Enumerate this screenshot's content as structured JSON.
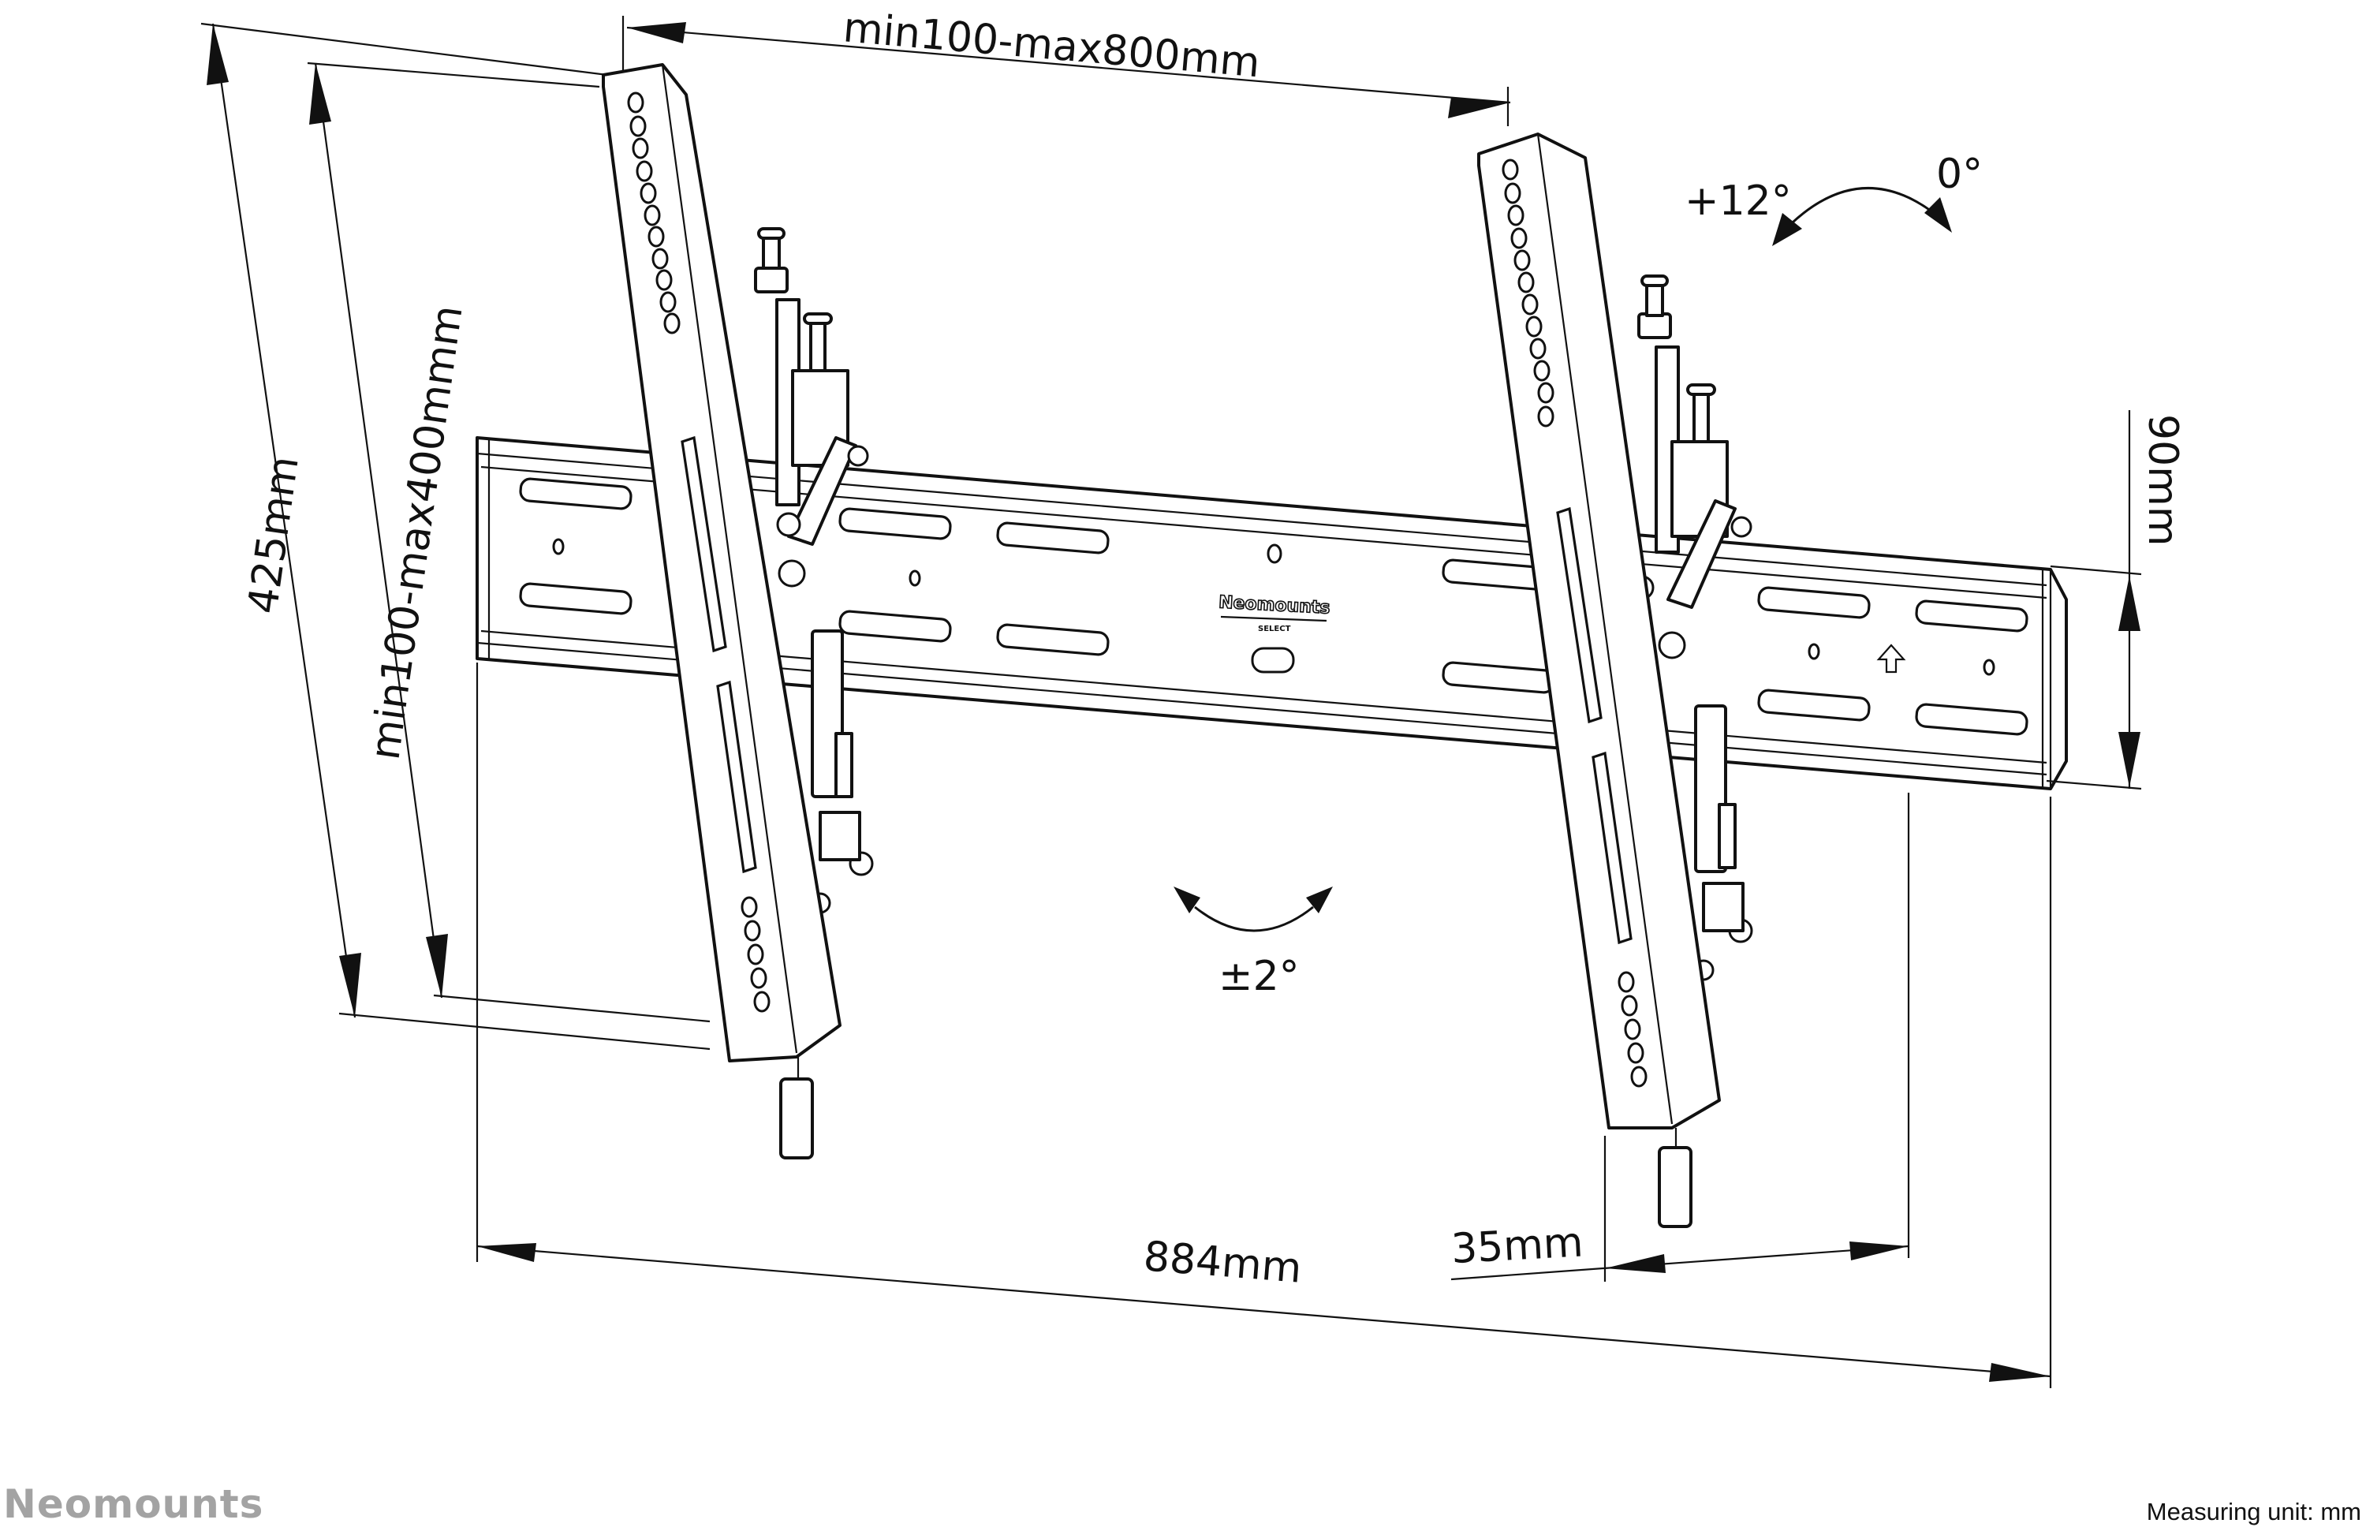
{
  "diagram": {
    "title": "Neomounts SELECT tilting wall mount – dimensions",
    "dimensions": {
      "vesa_width": "min100-max800mm",
      "vesa_height": "min100-max400mmm",
      "total_height": "425mm",
      "rail_height": "90mm",
      "total_width": "884mm",
      "depth": "35mm"
    },
    "angles": {
      "tilt_max": "+12°",
      "tilt_min": "0°",
      "level_adjust": "±2°"
    },
    "rail_branding": {
      "brand": "Neomounts",
      "series": "SELECT"
    }
  },
  "footer": {
    "logo": "Neomounts",
    "unit_note": "Measuring unit: mm"
  },
  "colors": {
    "line": "#111111",
    "logo_gray": "#a3a3a3",
    "background": "#ffffff"
  }
}
